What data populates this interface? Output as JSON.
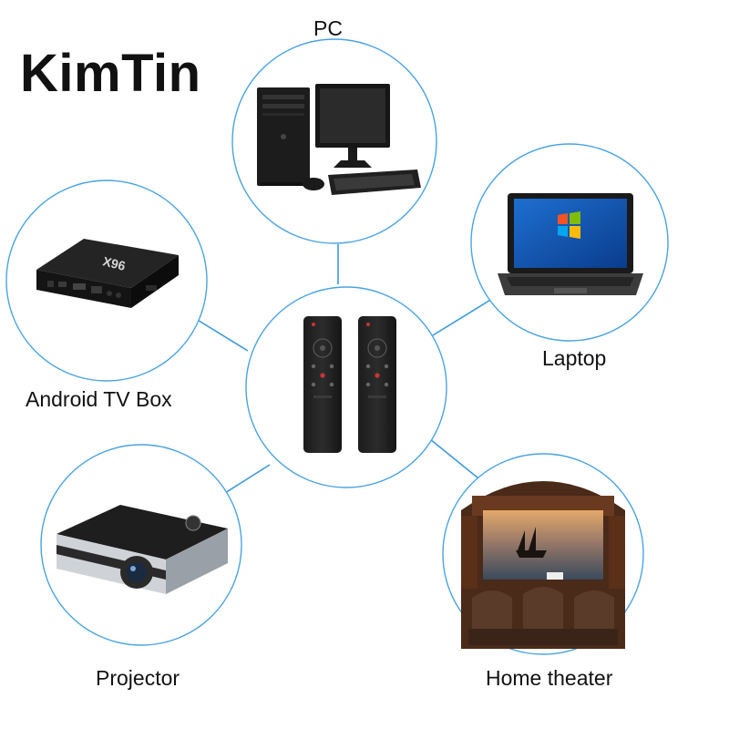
{
  "brand": {
    "name": "KimTin"
  },
  "devices": {
    "pc": {
      "label": "PC",
      "icon": "desktop-computer-icon"
    },
    "laptop": {
      "label": "Laptop",
      "icon": "laptop-icon"
    },
    "tv_box": {
      "label": "Android TV Box",
      "icon": "tv-box-icon",
      "box_marking": "X96"
    },
    "projector": {
      "label": "Projector",
      "icon": "projector-icon"
    },
    "home_theater": {
      "label": "Home theater",
      "icon": "home-theater-icon"
    }
  },
  "center": {
    "icon": "voice-remote-icon",
    "count": 2
  },
  "colors": {
    "accent": "#3a9ad9",
    "ring": "#4aa3df",
    "text": "#111111",
    "device": "#1a1a1a"
  }
}
